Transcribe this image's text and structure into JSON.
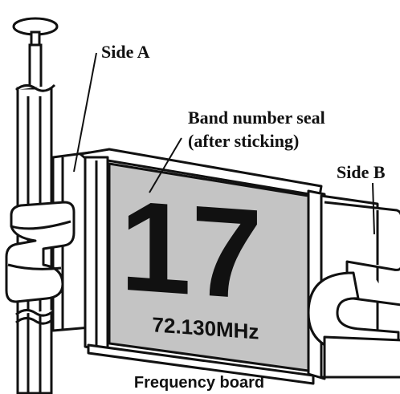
{
  "labels": {
    "side_a": "Side A",
    "band_seal_line1": "Band number seal",
    "band_seal_line2": "(after sticking)",
    "side_b": "Side B",
    "caption": "Frequency board"
  },
  "seal": {
    "band_number": "17",
    "frequency": "72.130MHz",
    "color": "#c4c4c4"
  },
  "colors": {
    "outline": "#111111",
    "board": "#ffffff",
    "board_shadow": "#e6e6e6",
    "background": "#ffffff"
  }
}
